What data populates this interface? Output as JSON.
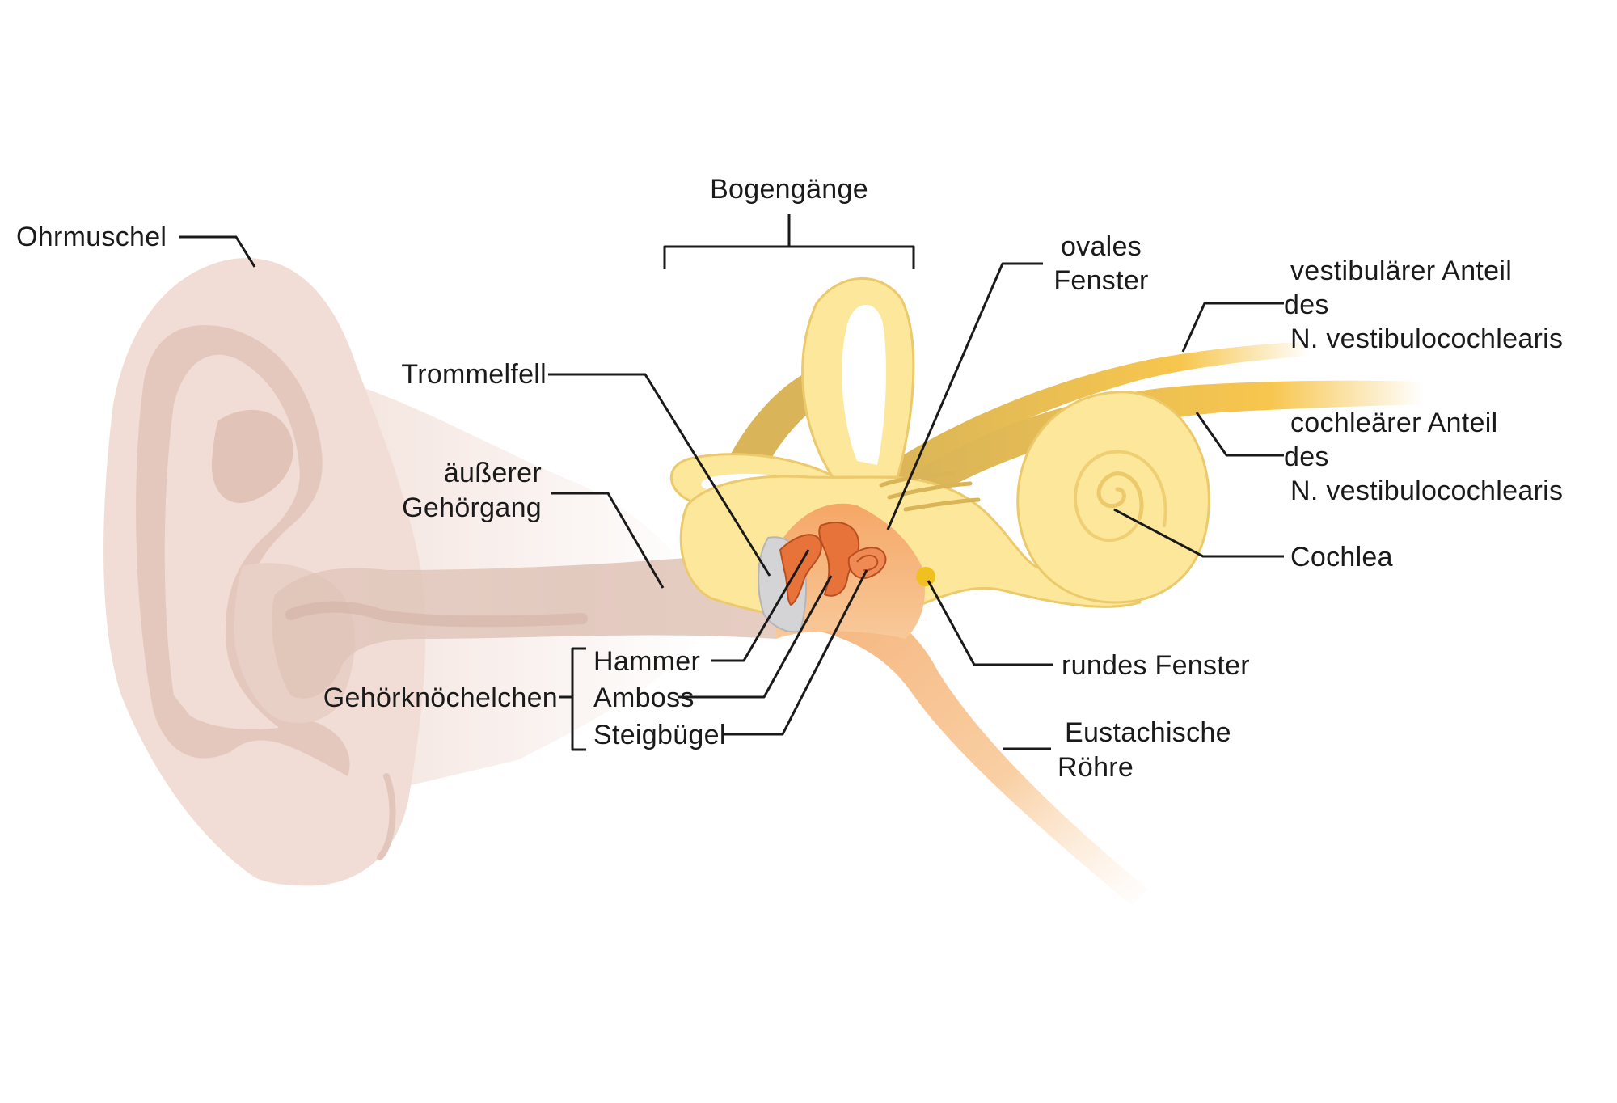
{
  "labels": {
    "ohrmuschel": "Ohrmuschel",
    "bogengaenge": "Bogengänge",
    "trommelfell": "Trommelfell",
    "gehoergang_1": "äußerer",
    "gehoergang_2": "Gehörgang",
    "ovales_1": "ovales",
    "ovales_2": "Fenster",
    "vestib_1": "vestibulärer Anteil",
    "vestib_2": "des",
    "vestib_3": "N. vestibulocochlearis",
    "cochl_1": "cochleärer Anteil",
    "cochl_2": "des",
    "cochl_3": "N. vestibulocochlearis",
    "cochlea": "Cochlea",
    "hammer": "Hammer",
    "amboss": "Amboss",
    "steigbuegel": "Steigbügel",
    "gehoerknoechelchen": "Gehörknöchelchen",
    "rundes_fenster": "rundes Fenster",
    "eustach_1": "Eustachische",
    "eustach_2": "Röhre"
  },
  "colors": {
    "skin": "#f1ddd6",
    "skin_dark": "#e2c6bb",
    "skin_shadow": "#d9b9ad",
    "inner_ear": "#fce79a",
    "inner_ear_stroke": "#ecc96a",
    "inner_ear_dark": "#d9b458",
    "nerve": "#f7c64e",
    "middle_ear": "#f5b27a",
    "ossicle": "#e8733a",
    "eardrum": "#cfcfd2",
    "round_window": "#f0c020",
    "leader": "#1a1a1a"
  }
}
